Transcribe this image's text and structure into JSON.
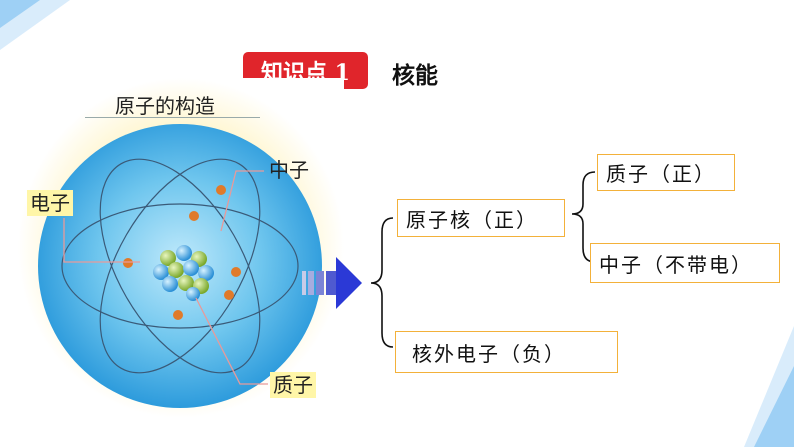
{
  "header": {
    "tag": "知识点 1",
    "topic": "核能"
  },
  "figure": {
    "caption": "原子的构造",
    "labels": {
      "neutron": "中子",
      "electron": "电子",
      "proton": "质子"
    }
  },
  "tree": {
    "nucleus": "原子核（正）",
    "proton": "质子（正）",
    "neutron": "中子（不带电）",
    "electrons": "核外电子（负）"
  },
  "colors": {
    "tag_red": "#e0252b",
    "box_border": "#f3b13a",
    "label_bg": "#fff6a8",
    "arrow_blue": "#2b39d6",
    "corner_blue": "#9ed0f5"
  }
}
